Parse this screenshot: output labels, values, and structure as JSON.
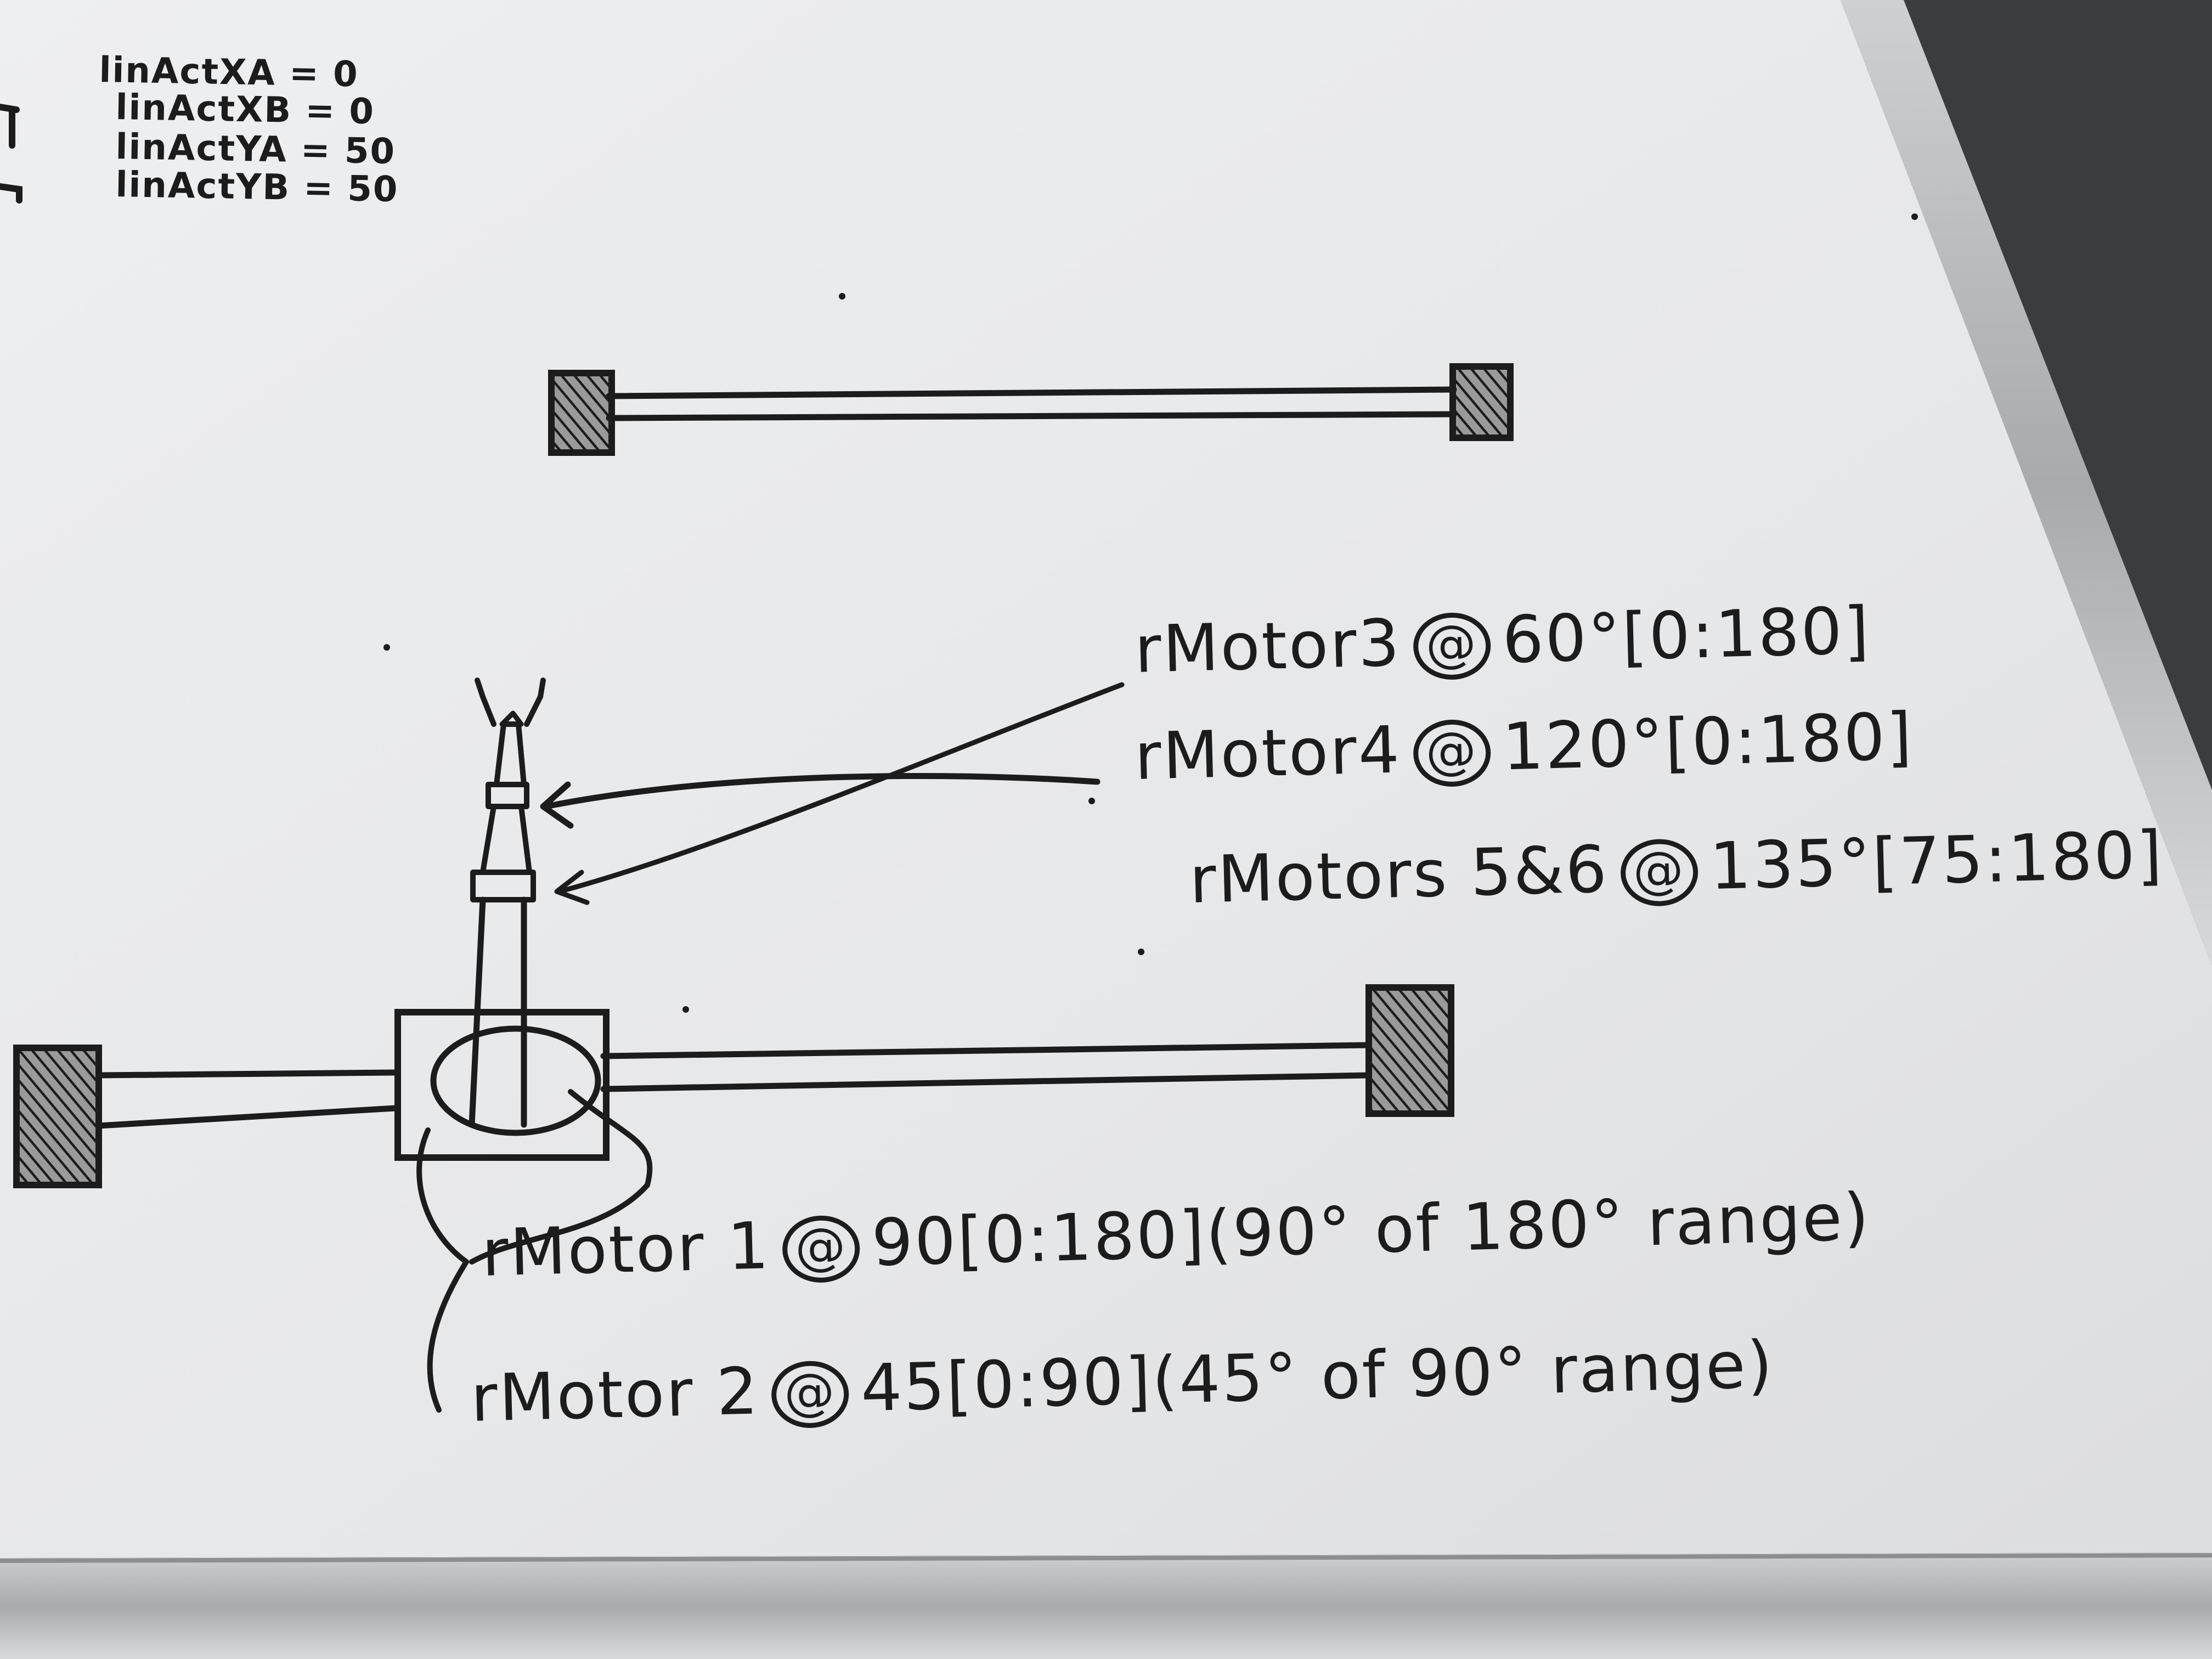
{
  "variables": [
    "linActXA = 0",
    "linActXB = 0",
    "linActYA = 50",
    "linActYB = 50"
  ],
  "annotations": {
    "motor3": {
      "name": "rMotor3",
      "at": "@",
      "value": "60°[0:180]"
    },
    "motor4": {
      "name": "rMotor4",
      "at": "@",
      "value": "120°[0:180]"
    },
    "motor56": {
      "name": "rMotors 5&6",
      "at": "@",
      "value": "135°[75:180]"
    },
    "motor1": {
      "name": "rMotor 1",
      "at": "@",
      "value": "90[0:180](90° of 180° range)"
    },
    "motor2": {
      "name": "rMotor 2",
      "at": "@",
      "value": "45[0:90](45° of 90° range)"
    }
  },
  "colors": {
    "board": "#e9eaec",
    "ink": "#1c1c1c",
    "frame": "#b8b8b8",
    "wall": "#3a3c3e"
  }
}
